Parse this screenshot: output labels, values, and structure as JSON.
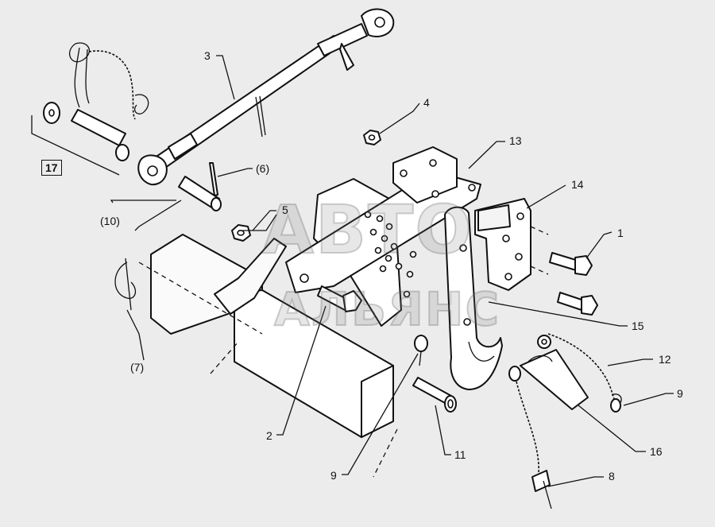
{
  "labels": {
    "l1": "1",
    "l2": "2",
    "l3": "3",
    "l4": "4",
    "l5": "5",
    "l6": "(6)",
    "l7": "(7)",
    "l8": "8",
    "l9a": "9",
    "l9b": "9",
    "l10": "(10)",
    "l11": "11",
    "l12": "12",
    "l13": "13",
    "l14": "14",
    "l15": "15",
    "l16": "16",
    "l17": "17"
  },
  "watermark": {
    "line1": "АВТО",
    "line2": "АЛЬЯНС"
  }
}
